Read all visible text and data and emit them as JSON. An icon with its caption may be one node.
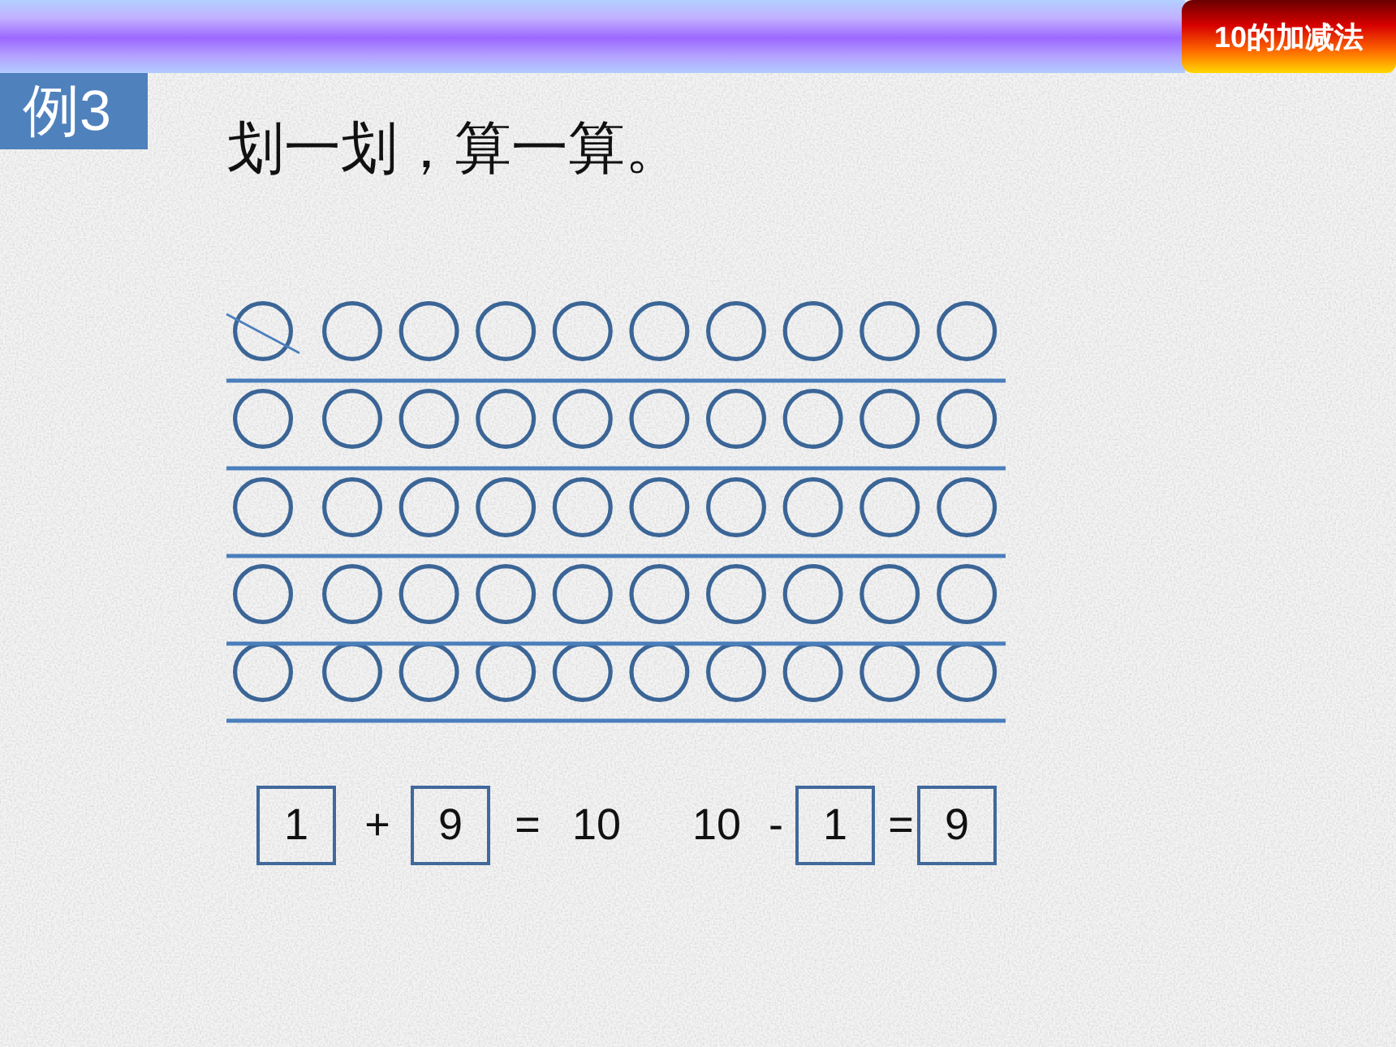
{
  "diagram": {
    "title": "划一划，算一算。",
    "nodes": [
      {
        "text": [
          "10的加减法"
        ]
      },
      {
        "text": [
          "例3"
        ]
      },
      {
        "text": [
          "1"
        ]
      },
      {
        "text": [
          "9"
        ]
      },
      {
        "text": [
          "1"
        ]
      },
      {
        "text": [
          "9"
        ]
      }
    ],
    "labels": [
      "+",
      "=",
      "10",
      "10",
      "-",
      "="
    ]
  }
}
